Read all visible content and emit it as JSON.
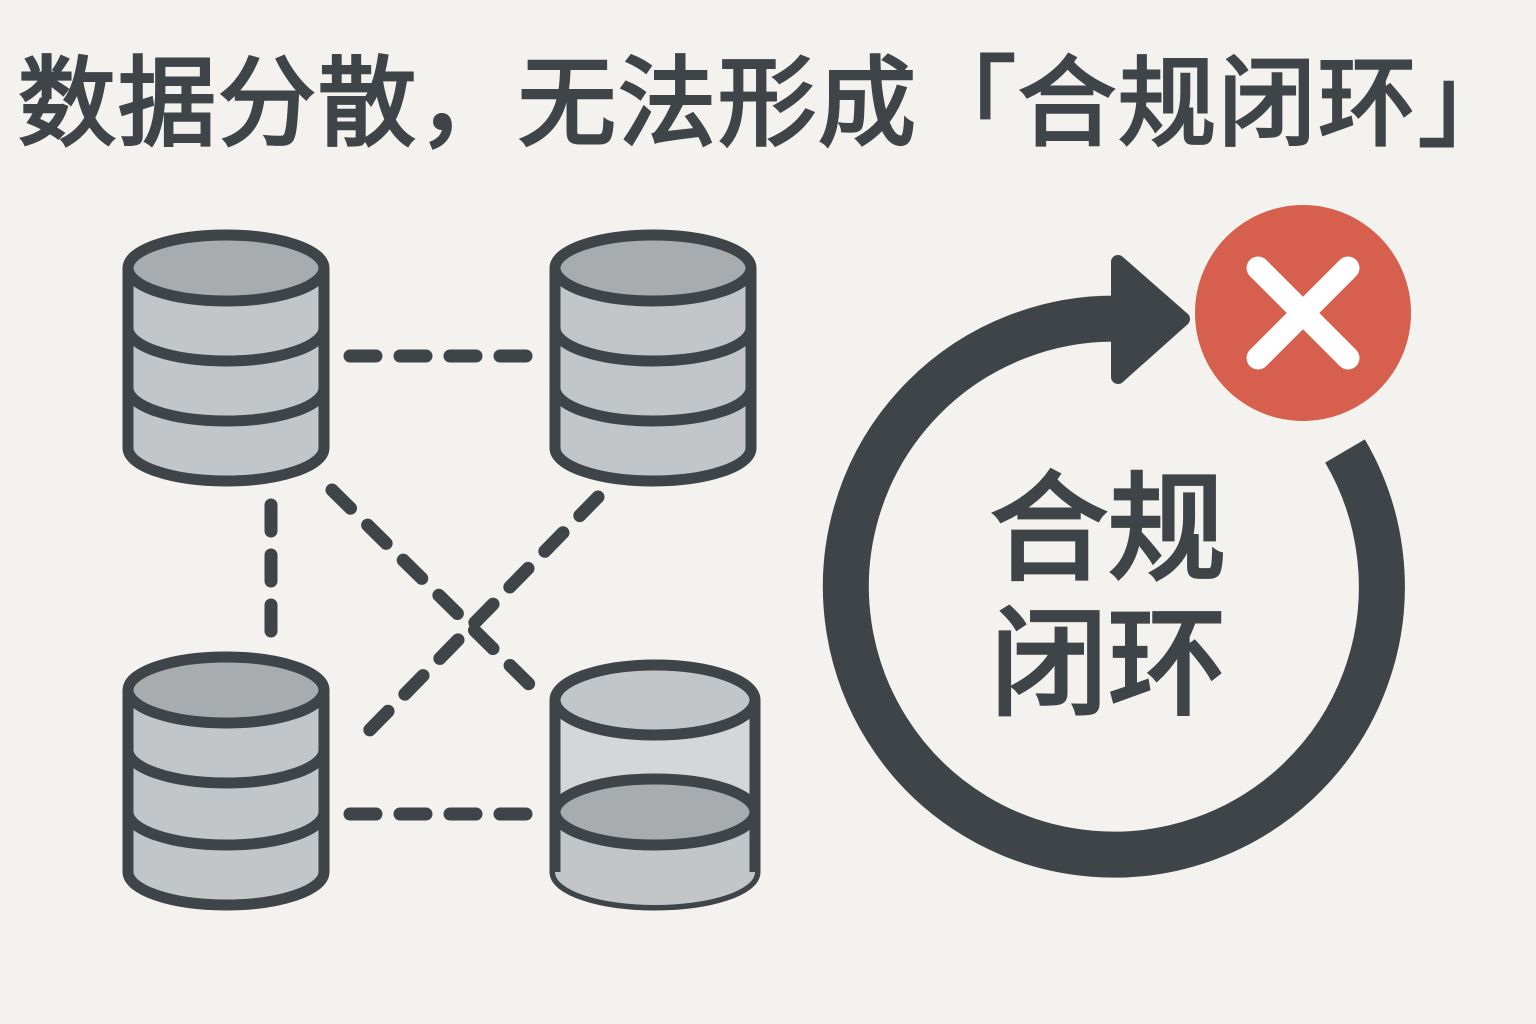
{
  "title": "数据分散，无法形成「合规闭环」",
  "loop": {
    "label_line1": "合规",
    "label_line2": "闭环",
    "status_icon": "close-icon"
  },
  "colors": {
    "background": "#F4F2EE",
    "dark": "#3E4447",
    "cylinder_fill": "#C3C6C8",
    "cylinder_top": "#A9ACAE",
    "error": "#D6604D",
    "icon_mark": "#FFFFFF"
  },
  "databases": [
    {
      "name": "database-top-left",
      "icon": "database-icon"
    },
    {
      "name": "database-top-right",
      "icon": "database-icon"
    },
    {
      "name": "database-bottom-left",
      "icon": "database-icon"
    },
    {
      "name": "database-bottom-right",
      "icon": "database-icon"
    }
  ]
}
